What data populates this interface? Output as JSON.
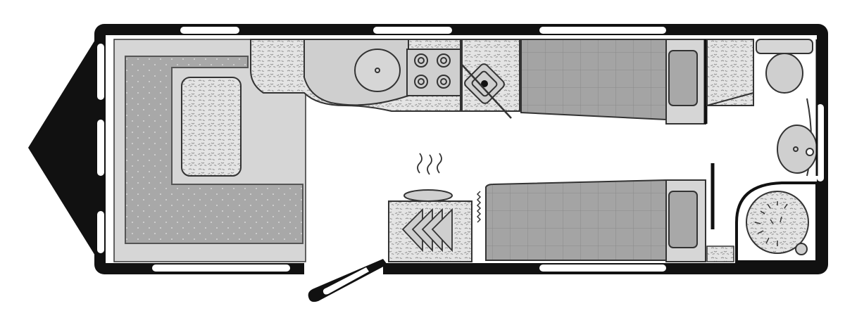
{
  "colors": {
    "wall": "#111111",
    "window": "#ffffff",
    "floor": "#ffffff",
    "counter": "#d6d6d6",
    "cushion": "#a8a8a8",
    "cushion_edge": "#555555",
    "bed": "#a4a4a4",
    "bed_grid": "#8a8a8a",
    "terrazzo": "#e4e4e4",
    "terrazzo_fleck": "#8c8c8c",
    "appliance": "#cfcfcf",
    "outline": "#333333"
  },
  "fixtures": [
    {
      "name": "a-frame-hitch",
      "icon": "triangle-hitch-icon"
    },
    {
      "name": "l-shaped-lounge-seating",
      "icon": "sofa-icon"
    },
    {
      "name": "lounge-table",
      "icon": "table-icon"
    },
    {
      "name": "kitchen-sink",
      "icon": "sink-icon"
    },
    {
      "name": "four-burner-hob",
      "icon": "hob-icon"
    },
    {
      "name": "microwave-cabinet",
      "icon": "microwave-icon"
    },
    {
      "name": "single-bed-upper",
      "icon": "bed-icon"
    },
    {
      "name": "single-bed-lower",
      "icon": "bed-icon"
    },
    {
      "name": "heater-unit",
      "icon": "heater-icon"
    },
    {
      "name": "washroom-toilet",
      "icon": "toilet-icon"
    },
    {
      "name": "washroom-basin",
      "icon": "basin-icon"
    },
    {
      "name": "shower-tray",
      "icon": "shower-icon"
    },
    {
      "name": "entrance-door",
      "icon": "door-icon"
    }
  ]
}
